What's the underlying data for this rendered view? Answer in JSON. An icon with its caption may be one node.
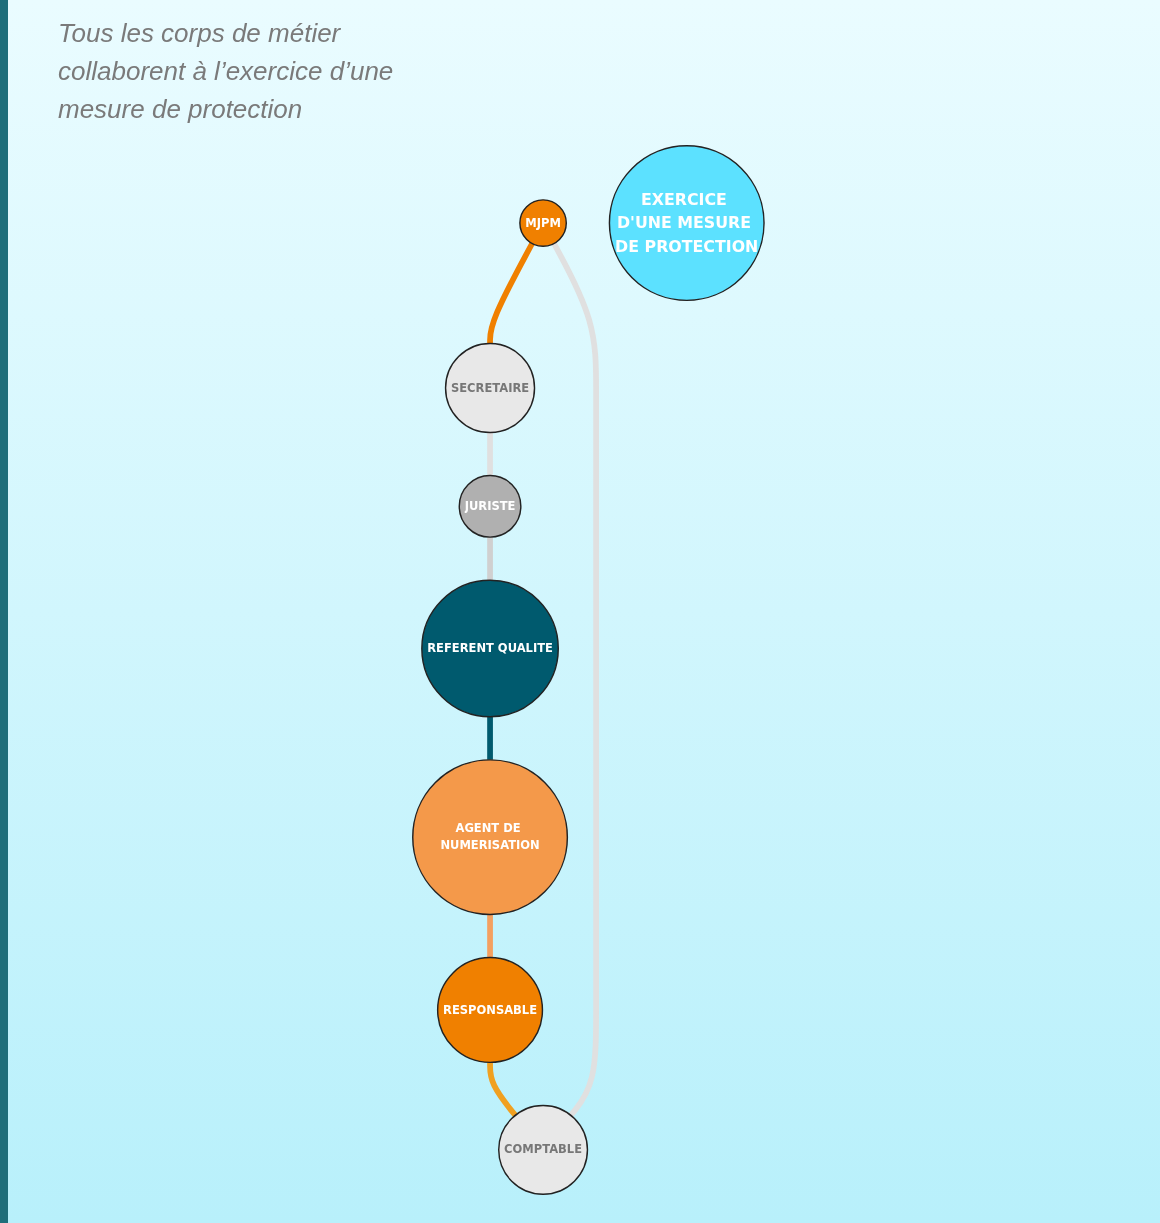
{
  "diagram": {
    "nodes": [
      {
        "text": [
          "MJPM"
        ]
      },
      {
        "text": [
          "SECRETAIRE"
        ]
      },
      {
        "text": [
          "JURISTE"
        ]
      },
      {
        "text": [
          "REFERENT QUALITE"
        ]
      },
      {
        "text": [
          "AGENT DE NUMERISATION"
        ]
      },
      {
        "text": [
          "RESPONSABLE"
        ]
      },
      {
        "text": [
          "COMPTABLE"
        ]
      },
      {
        "text": [
          "EXERCICE D'UNE MESURE DE PROTECTION"
        ]
      }
    ],
    "edges": [
      {
        "from": 0,
        "to": 1,
        "arrow": "none",
        "color": "#f08000"
      },
      {
        "from": 1,
        "to": 2,
        "arrow": "none",
        "color": "#e0e0e0"
      },
      {
        "from": 2,
        "to": 3,
        "arrow": "none",
        "color": "#d0d0d0"
      },
      {
        "from": 3,
        "to": 4,
        "arrow": "none",
        "color": "#005a6e"
      },
      {
        "from": 4,
        "to": 5,
        "arrow": "none",
        "color": "#f4a060"
      },
      {
        "from": 5,
        "to": 6,
        "arrow": "none",
        "color": "#f0a020"
      },
      {
        "from": 6,
        "to": 0,
        "arrow": "none",
        "color": "#e0e0e0"
      }
    ],
    "labels": [
      "Tous les corps de métier collaborent à l’exercice d’une mesure de protection"
    ]
  }
}
